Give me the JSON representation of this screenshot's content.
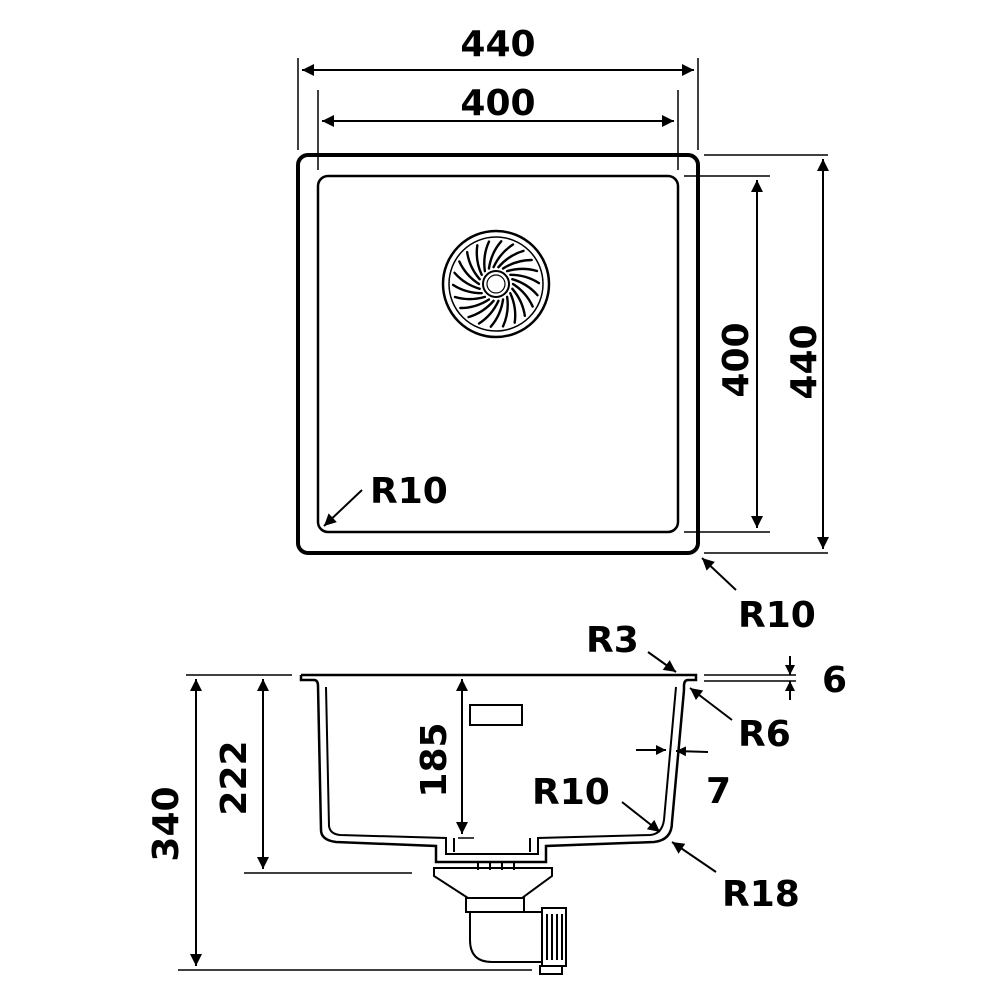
{
  "top_view": {
    "outer_width": "440",
    "inner_width": "400",
    "inner_depth": "400",
    "outer_depth": "440",
    "inner_corner_radius": "R10",
    "outer_corner_radius": "R10"
  },
  "section_view": {
    "rim_edge_radius": "R3",
    "rim_thickness": "6",
    "rim_inner_radius": "R6",
    "wall_thickness": "7",
    "bowl_depth": "185",
    "bottom_inner_radius": "R10",
    "bottom_outer_radius": "R18",
    "depth_to_bottom": "222",
    "total_depth": "340"
  },
  "colors": {
    "line": "#000000",
    "background": "#ffffff"
  },
  "icons": {
    "drain_strainer": "strainer-icon"
  }
}
